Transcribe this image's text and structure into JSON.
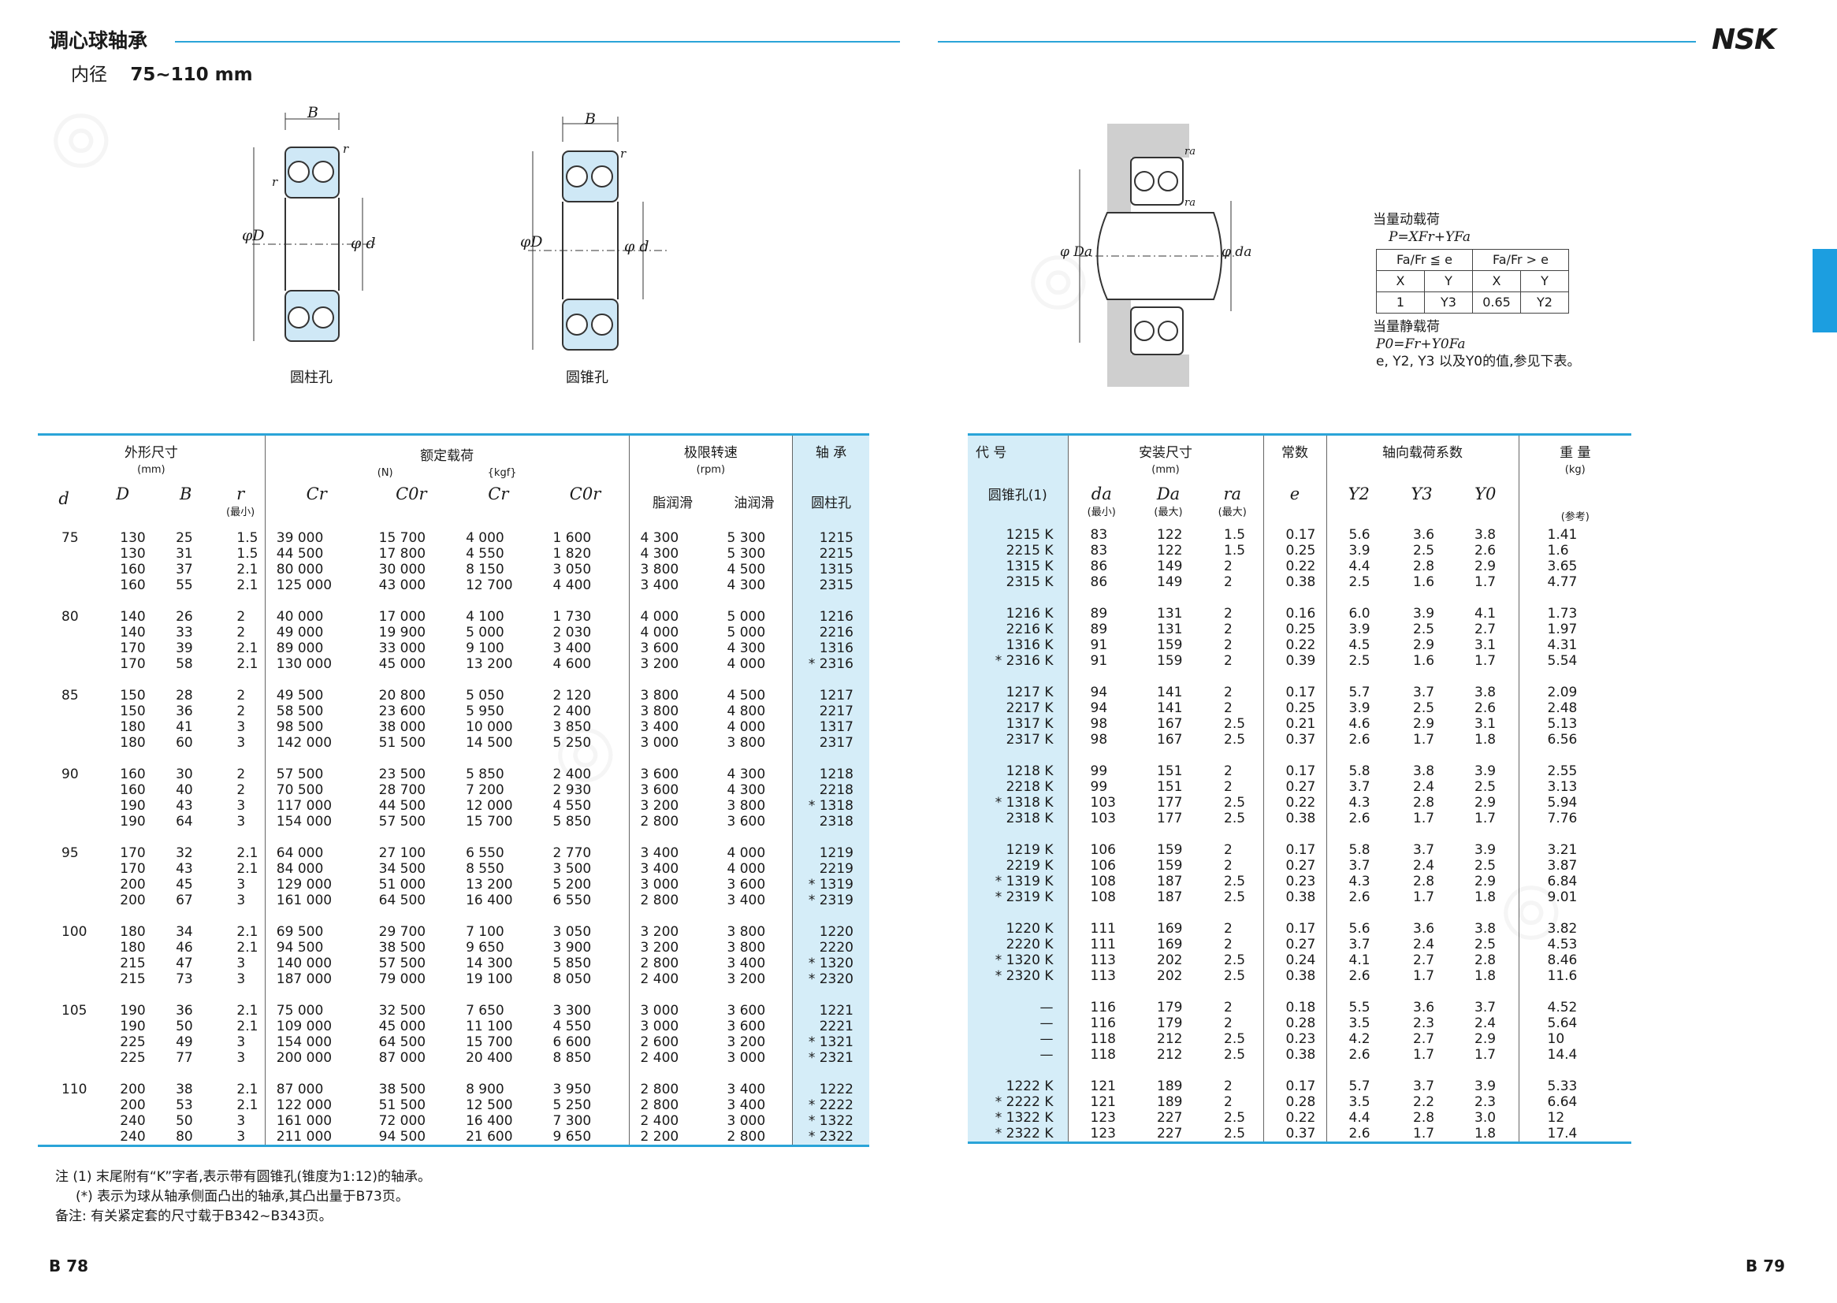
{
  "page_title": "调心球轴承",
  "subtitle": {
    "label": "内径",
    "value": "75~110 mm"
  },
  "brand": "NSK",
  "page_left": "B 78",
  "page_right": "B 79",
  "diagram": {
    "cyl_caption": "圆柱孔",
    "taper_caption": "圆锥孔",
    "label_B": "B",
    "label_r": "r",
    "label_D": "φD",
    "label_d": "φ d",
    "label_Da": "φ Da",
    "label_da": "φ da",
    "label_ra": "ra"
  },
  "formula": {
    "dyn_title": "当量动载荷",
    "dyn_eq": "P=XFr+YFa",
    "col1": "Fa/Fr ≦ e",
    "col2": "Fa/Fr > e",
    "x": "X",
    "y": "Y",
    "v1": "1",
    "v2": "Y3",
    "v3": "0.65",
    "v4": "Y2",
    "stat_title": "当量静载荷",
    "stat_eq": "P0=Fr+Y0Fa",
    "note": "e, Y2, Y3 以及Y0的值,参见下表。"
  },
  "left_table": {
    "h_dims": "外形尺寸",
    "h_dims_unit": "(mm)",
    "h_load": "额定载荷",
    "h_load_n": "(N)",
    "h_load_kgf": "{kgf}",
    "h_speed": "极限转速",
    "h_speed_unit": "(rpm)",
    "h_brg": "轴 承",
    "c_d": "d",
    "c_D": "D",
    "c_B": "B",
    "c_r": "r",
    "c_r_sub": "(最小)",
    "c_cr": "Cr",
    "c_cor": "C0r",
    "c_cr2": "Cr",
    "c_cor2": "C0r",
    "c_grease": "脂润滑",
    "c_oil": "油润滑",
    "c_cyl": "圆柱孔",
    "groups": [
      {
        "d": "75",
        "rows": [
          [
            "130",
            "25",
            "1.5",
            "39 000",
            "15 700",
            "4 000",
            "1 600",
            "4 300",
            "5 300",
            "1215"
          ],
          [
            "130",
            "31",
            "1.5",
            "44 500",
            "17 800",
            "4 550",
            "1 820",
            "4 300",
            "5 300",
            "2215"
          ],
          [
            "160",
            "37",
            "2.1",
            "80 000",
            "30 000",
            "8 150",
            "3 050",
            "3 800",
            "4 500",
            "1315"
          ],
          [
            "160",
            "55",
            "2.1",
            "125 000",
            "43 000",
            "12 700",
            "4 400",
            "3 400",
            "4 300",
            "2315"
          ]
        ]
      },
      {
        "d": "80",
        "rows": [
          [
            "140",
            "26",
            "2",
            "40 000",
            "17 000",
            "4 100",
            "1 730",
            "4 000",
            "5 000",
            "1216"
          ],
          [
            "140",
            "33",
            "2",
            "49 000",
            "19 900",
            "5 000",
            "2 030",
            "4 000",
            "5 000",
            "2216"
          ],
          [
            "170",
            "39",
            "2.1",
            "89 000",
            "33 000",
            "9 100",
            "3 400",
            "3 600",
            "4 300",
            "1316"
          ],
          [
            "170",
            "58",
            "2.1",
            "130 000",
            "45 000",
            "13 200",
            "4 600",
            "3 200",
            "4 000",
            "* 2316"
          ]
        ]
      },
      {
        "d": "85",
        "rows": [
          [
            "150",
            "28",
            "2",
            "49 500",
            "20 800",
            "5 050",
            "2 120",
            "3 800",
            "4 500",
            "1217"
          ],
          [
            "150",
            "36",
            "2",
            "58 500",
            "23 600",
            "5 950",
            "2 400",
            "3 800",
            "4 800",
            "2217"
          ],
          [
            "180",
            "41",
            "3",
            "98 500",
            "38 000",
            "10 000",
            "3 850",
            "3 400",
            "4 000",
            "1317"
          ],
          [
            "180",
            "60",
            "3",
            "142 000",
            "51 500",
            "14 500",
            "5 250",
            "3 000",
            "3 800",
            "2317"
          ]
        ]
      },
      {
        "d": "90",
        "rows": [
          [
            "160",
            "30",
            "2",
            "57 500",
            "23 500",
            "5 850",
            "2 400",
            "3 600",
            "4 300",
            "1218"
          ],
          [
            "160",
            "40",
            "2",
            "70 500",
            "28 700",
            "7 200",
            "2 930",
            "3 600",
            "4 300",
            "2218"
          ],
          [
            "190",
            "43",
            "3",
            "117 000",
            "44 500",
            "12 000",
            "4 550",
            "3 200",
            "3 800",
            "* 1318"
          ],
          [
            "190",
            "64",
            "3",
            "154 000",
            "57 500",
            "15 700",
            "5 850",
            "2 800",
            "3 600",
            "2318"
          ]
        ]
      },
      {
        "d": "95",
        "rows": [
          [
            "170",
            "32",
            "2.1",
            "64 000",
            "27 100",
            "6 550",
            "2 770",
            "3 400",
            "4 000",
            "1219"
          ],
          [
            "170",
            "43",
            "2.1",
            "84 000",
            "34 500",
            "8 550",
            "3 500",
            "3 400",
            "4 000",
            "2219"
          ],
          [
            "200",
            "45",
            "3",
            "129 000",
            "51 000",
            "13 200",
            "5 200",
            "3 000",
            "3 600",
            "* 1319"
          ],
          [
            "200",
            "67",
            "3",
            "161 000",
            "64 500",
            "16 400",
            "6 550",
            "2 800",
            "3 400",
            "* 2319"
          ]
        ]
      },
      {
        "d": "100",
        "rows": [
          [
            "180",
            "34",
            "2.1",
            "69 500",
            "29 700",
            "7 100",
            "3 050",
            "3 200",
            "3 800",
            "1220"
          ],
          [
            "180",
            "46",
            "2.1",
            "94 500",
            "38 500",
            "9 650",
            "3 900",
            "3 200",
            "3 800",
            "2220"
          ],
          [
            "215",
            "47",
            "3",
            "140 000",
            "57 500",
            "14 300",
            "5 850",
            "2 800",
            "3 400",
            "* 1320"
          ],
          [
            "215",
            "73",
            "3",
            "187 000",
            "79 000",
            "19 100",
            "8 050",
            "2 400",
            "3 200",
            "* 2320"
          ]
        ]
      },
      {
        "d": "105",
        "rows": [
          [
            "190",
            "36",
            "2.1",
            "75 000",
            "32 500",
            "7 650",
            "3 300",
            "3 000",
            "3 600",
            "1221"
          ],
          [
            "190",
            "50",
            "2.1",
            "109 000",
            "45 000",
            "11 100",
            "4 550",
            "3 000",
            "3 600",
            "2221"
          ],
          [
            "225",
            "49",
            "3",
            "154 000",
            "64 500",
            "15 700",
            "6 600",
            "2 600",
            "3 200",
            "* 1321"
          ],
          [
            "225",
            "77",
            "3",
            "200 000",
            "87 000",
            "20 400",
            "8 850",
            "2 400",
            "3 000",
            "* 2321"
          ]
        ]
      },
      {
        "d": "110",
        "rows": [
          [
            "200",
            "38",
            "2.1",
            "87 000",
            "38 500",
            "8 900",
            "3 950",
            "2 800",
            "3 400",
            "1222"
          ],
          [
            "200",
            "53",
            "2.1",
            "122 000",
            "51 500",
            "12 500",
            "5 250",
            "2 800",
            "3 400",
            "* 2222"
          ],
          [
            "240",
            "50",
            "3",
            "161 000",
            "72 000",
            "16 400",
            "7 300",
            "2 400",
            "3 000",
            "* 1322"
          ],
          [
            "240",
            "80",
            "3",
            "211 000",
            "94 500",
            "21 600",
            "9 650",
            "2 200",
            "2 800",
            "* 2322"
          ]
        ]
      }
    ]
  },
  "right_table": {
    "h_code": "代 号",
    "h_taper": "圆锥孔(1)",
    "h_mount": "安装尺寸",
    "h_mount_unit": "(mm)",
    "h_const": "常数",
    "h_axial": "轴向载荷系数",
    "h_weight": "重 量",
    "h_weight_unit": "(kg)",
    "c_da": "da",
    "c_Da": "Da",
    "c_ra": "ra",
    "c_da_sub": "(最小)",
    "c_Da_sub": "(最大)",
    "c_ra_sub": "(最大)",
    "c_e": "e",
    "c_y2": "Y2",
    "c_y3": "Y3",
    "c_y0": "Y0",
    "c_w_sub": "(参考)",
    "groups": [
      [
        [
          "1215 K",
          "83",
          "122",
          "1.5",
          "0.17",
          "5.6",
          "3.6",
          "3.8",
          "1.41"
        ],
        [
          "2215 K",
          "83",
          "122",
          "1.5",
          "0.25",
          "3.9",
          "2.5",
          "2.6",
          "1.6"
        ],
        [
          "1315 K",
          "86",
          "149",
          "2",
          "0.22",
          "4.4",
          "2.8",
          "2.9",
          "3.65"
        ],
        [
          "2315 K",
          "86",
          "149",
          "2",
          "0.38",
          "2.5",
          "1.6",
          "1.7",
          "4.77"
        ]
      ],
      [
        [
          "1216 K",
          "89",
          "131",
          "2",
          "0.16",
          "6.0",
          "3.9",
          "4.1",
          "1.73"
        ],
        [
          "2216 K",
          "89",
          "131",
          "2",
          "0.25",
          "3.9",
          "2.5",
          "2.7",
          "1.97"
        ],
        [
          "1316 K",
          "91",
          "159",
          "2",
          "0.22",
          "4.5",
          "2.9",
          "3.1",
          "4.31"
        ],
        [
          "* 2316 K",
          "91",
          "159",
          "2",
          "0.39",
          "2.5",
          "1.6",
          "1.7",
          "5.54"
        ]
      ],
      [
        [
          "1217 K",
          "94",
          "141",
          "2",
          "0.17",
          "5.7",
          "3.7",
          "3.8",
          "2.09"
        ],
        [
          "2217 K",
          "94",
          "141",
          "2",
          "0.25",
          "3.9",
          "2.5",
          "2.6",
          "2.48"
        ],
        [
          "1317 K",
          "98",
          "167",
          "2.5",
          "0.21",
          "4.6",
          "2.9",
          "3.1",
          "5.13"
        ],
        [
          "2317 K",
          "98",
          "167",
          "2.5",
          "0.37",
          "2.6",
          "1.7",
          "1.8",
          "6.56"
        ]
      ],
      [
        [
          "1218 K",
          "99",
          "151",
          "2",
          "0.17",
          "5.8",
          "3.8",
          "3.9",
          "2.55"
        ],
        [
          "2218 K",
          "99",
          "151",
          "2",
          "0.27",
          "3.7",
          "2.4",
          "2.5",
          "3.13"
        ],
        [
          "* 1318 K",
          "103",
          "177",
          "2.5",
          "0.22",
          "4.3",
          "2.8",
          "2.9",
          "5.94"
        ],
        [
          "2318 K",
          "103",
          "177",
          "2.5",
          "0.38",
          "2.6",
          "1.7",
          "1.7",
          "7.76"
        ]
      ],
      [
        [
          "1219 K",
          "106",
          "159",
          "2",
          "0.17",
          "5.8",
          "3.7",
          "3.9",
          "3.21"
        ],
        [
          "2219 K",
          "106",
          "159",
          "2",
          "0.27",
          "3.7",
          "2.4",
          "2.5",
          "3.87"
        ],
        [
          "* 1319 K",
          "108",
          "187",
          "2.5",
          "0.23",
          "4.3",
          "2.8",
          "2.9",
          "6.84"
        ],
        [
          "* 2319 K",
          "108",
          "187",
          "2.5",
          "0.38",
          "2.6",
          "1.7",
          "1.8",
          "9.01"
        ]
      ],
      [
        [
          "1220 K",
          "111",
          "169",
          "2",
          "0.17",
          "5.6",
          "3.6",
          "3.8",
          "3.82"
        ],
        [
          "2220 K",
          "111",
          "169",
          "2",
          "0.27",
          "3.7",
          "2.4",
          "2.5",
          "4.53"
        ],
        [
          "* 1320 K",
          "113",
          "202",
          "2.5",
          "0.24",
          "4.1",
          "2.7",
          "2.8",
          "8.46"
        ],
        [
          "* 2320 K",
          "113",
          "202",
          "2.5",
          "0.38",
          "2.6",
          "1.7",
          "1.8",
          "11.6"
        ]
      ],
      [
        [
          "—",
          "116",
          "179",
          "2",
          "0.18",
          "5.5",
          "3.6",
          "3.7",
          "4.52"
        ],
        [
          "—",
          "116",
          "179",
          "2",
          "0.28",
          "3.5",
          "2.3",
          "2.4",
          "5.64"
        ],
        [
          "—",
          "118",
          "212",
          "2.5",
          "0.23",
          "4.2",
          "2.7",
          "2.9",
          "10"
        ],
        [
          "—",
          "118",
          "212",
          "2.5",
          "0.38",
          "2.6",
          "1.7",
          "1.7",
          "14.4"
        ]
      ],
      [
        [
          "1222 K",
          "121",
          "189",
          "2",
          "0.17",
          "5.7",
          "3.7",
          "3.9",
          "5.33"
        ],
        [
          "* 2222 K",
          "121",
          "189",
          "2",
          "0.28",
          "3.5",
          "2.2",
          "2.3",
          "6.64"
        ],
        [
          "* 1322 K",
          "123",
          "227",
          "2.5",
          "0.22",
          "4.4",
          "2.8",
          "3.0",
          "12"
        ],
        [
          "* 2322 K",
          "123",
          "227",
          "2.5",
          "0.37",
          "2.6",
          "1.7",
          "1.8",
          "17.4"
        ]
      ]
    ]
  },
  "notes": {
    "n1": "注 (1) 末尾附有“K”字者,表示带有圆锥孔(锥度为1:12)的轴承。",
    "n2": "(*) 表示为球从轴承侧面凸出的轴承,其凸出量于B73页。",
    "n3": "备注: 有关紧定套的尺寸载于B342~B343页。"
  }
}
